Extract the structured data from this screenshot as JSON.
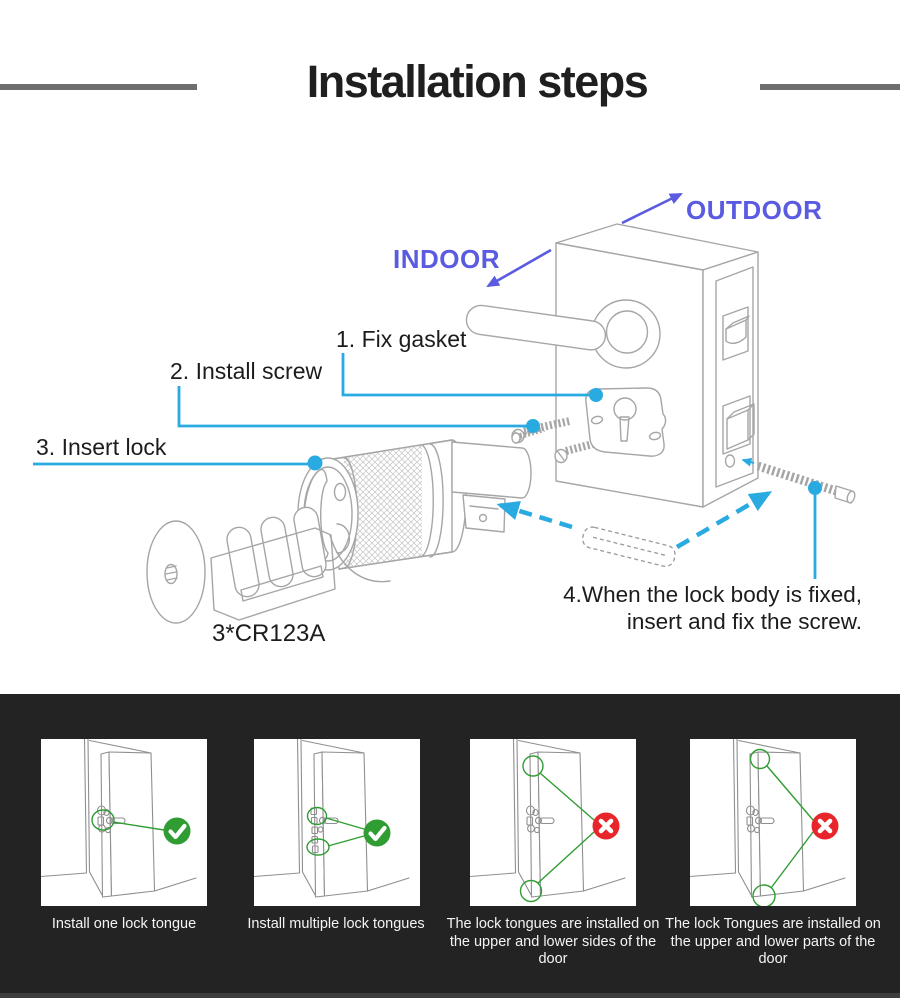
{
  "title": "Installation steps",
  "diagram": {
    "outdoor_label": "OUTDOOR",
    "indoor_label": "INDOOR",
    "steps": [
      {
        "label": "1. Fix gasket"
      },
      {
        "label": "2. Install screw"
      },
      {
        "label": "3. Insert lock"
      },
      {
        "label": "4.When the lock body is fixed, insert and fix the screw."
      }
    ],
    "battery_label": "3*CR123A"
  },
  "guide": {
    "panels": [
      {
        "caption": "Install one lock tongue",
        "status": "correct"
      },
      {
        "caption": "Install multiple lock tongues",
        "status": "correct"
      },
      {
        "caption": "The lock tongues are installed on the upper and lower sides of the door",
        "status": "wrong"
      },
      {
        "caption": "The lock Tongues are installed on the upper and lower parts of the door",
        "status": "wrong"
      }
    ]
  },
  "colors": {
    "cyan": "#29abe2",
    "blue": "#5a5be0",
    "green": "#2f9d32",
    "red": "#e8252a",
    "band": "#232323"
  }
}
